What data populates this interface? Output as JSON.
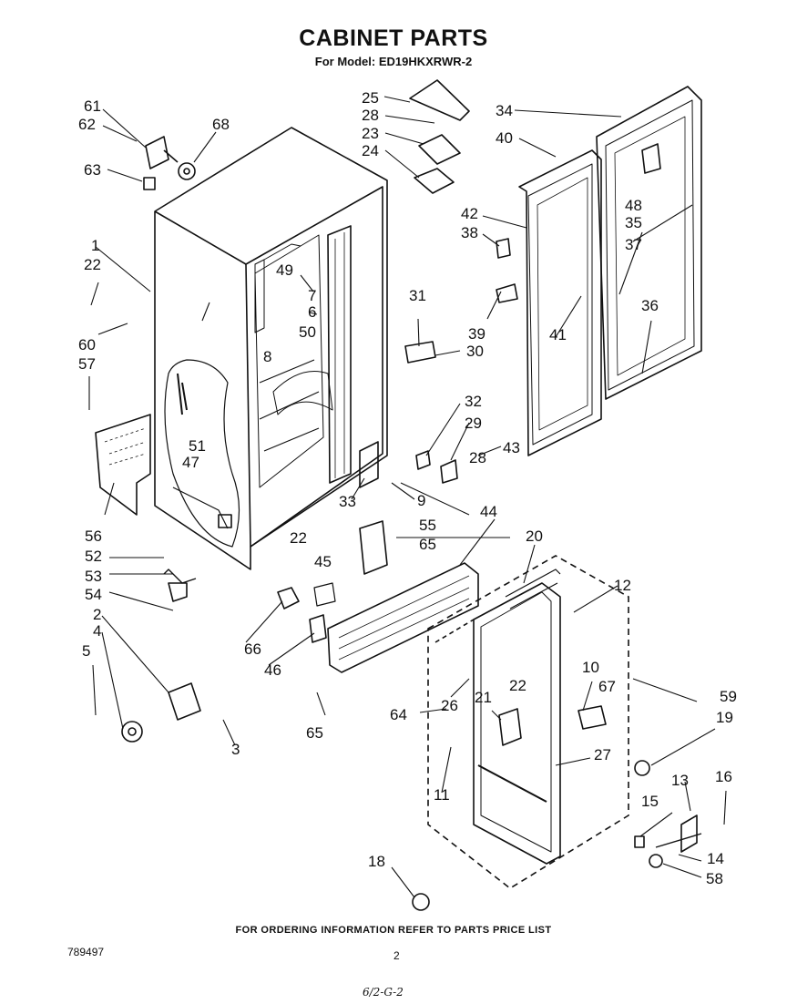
{
  "header": {
    "title": "CABINET PARTS",
    "model_line": "For Model: ED19HKXRWR-2"
  },
  "footer": {
    "ordering_note": "FOR ORDERING INFORMATION REFER TO PARTS PRICE LIST",
    "diagram_code": "789497",
    "page_number": "2",
    "handwritten_note": "6/2-G-2"
  },
  "callouts": [
    "61",
    "62",
    "68",
    "63",
    "25",
    "28",
    "23",
    "24",
    "34",
    "40",
    "48",
    "35",
    "37",
    "36",
    "1",
    "22",
    "49",
    "7",
    "6",
    "50",
    "8",
    "60",
    "57",
    "51",
    "47",
    "56",
    "52",
    "53",
    "54",
    "2",
    "4",
    "5",
    "3",
    "42",
    "38",
    "39",
    "31",
    "30",
    "41",
    "32",
    "29",
    "28",
    "43",
    "33",
    "9",
    "22",
    "45",
    "55",
    "65",
    "44",
    "20",
    "12",
    "66",
    "46",
    "65",
    "10",
    "67",
    "59",
    "64",
    "26",
    "21",
    "22",
    "11",
    "27",
    "19",
    "13",
    "16",
    "15",
    "14",
    "58",
    "18"
  ]
}
